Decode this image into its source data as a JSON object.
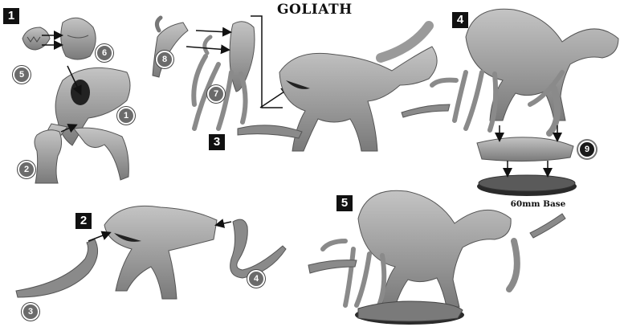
{
  "title": "GOLIATH",
  "steps": [
    {
      "label": "1"
    },
    {
      "label": "2"
    },
    {
      "label": "3"
    },
    {
      "label": "4"
    },
    {
      "label": "5"
    }
  ],
  "parts": [
    {
      "label": "1"
    },
    {
      "label": "2"
    },
    {
      "label": "3"
    },
    {
      "label": "4"
    },
    {
      "label": "5"
    },
    {
      "label": "6"
    },
    {
      "label": "7"
    },
    {
      "label": "8"
    },
    {
      "label": "9"
    }
  ],
  "base_caption": "60mm Base",
  "colors": {
    "model": "#9a9a9a",
    "model_dark": "#6e6e6e",
    "model_light": "#c4c4c4",
    "badge_dark": "#111111",
    "part_badge": "#6b6b6b"
  }
}
